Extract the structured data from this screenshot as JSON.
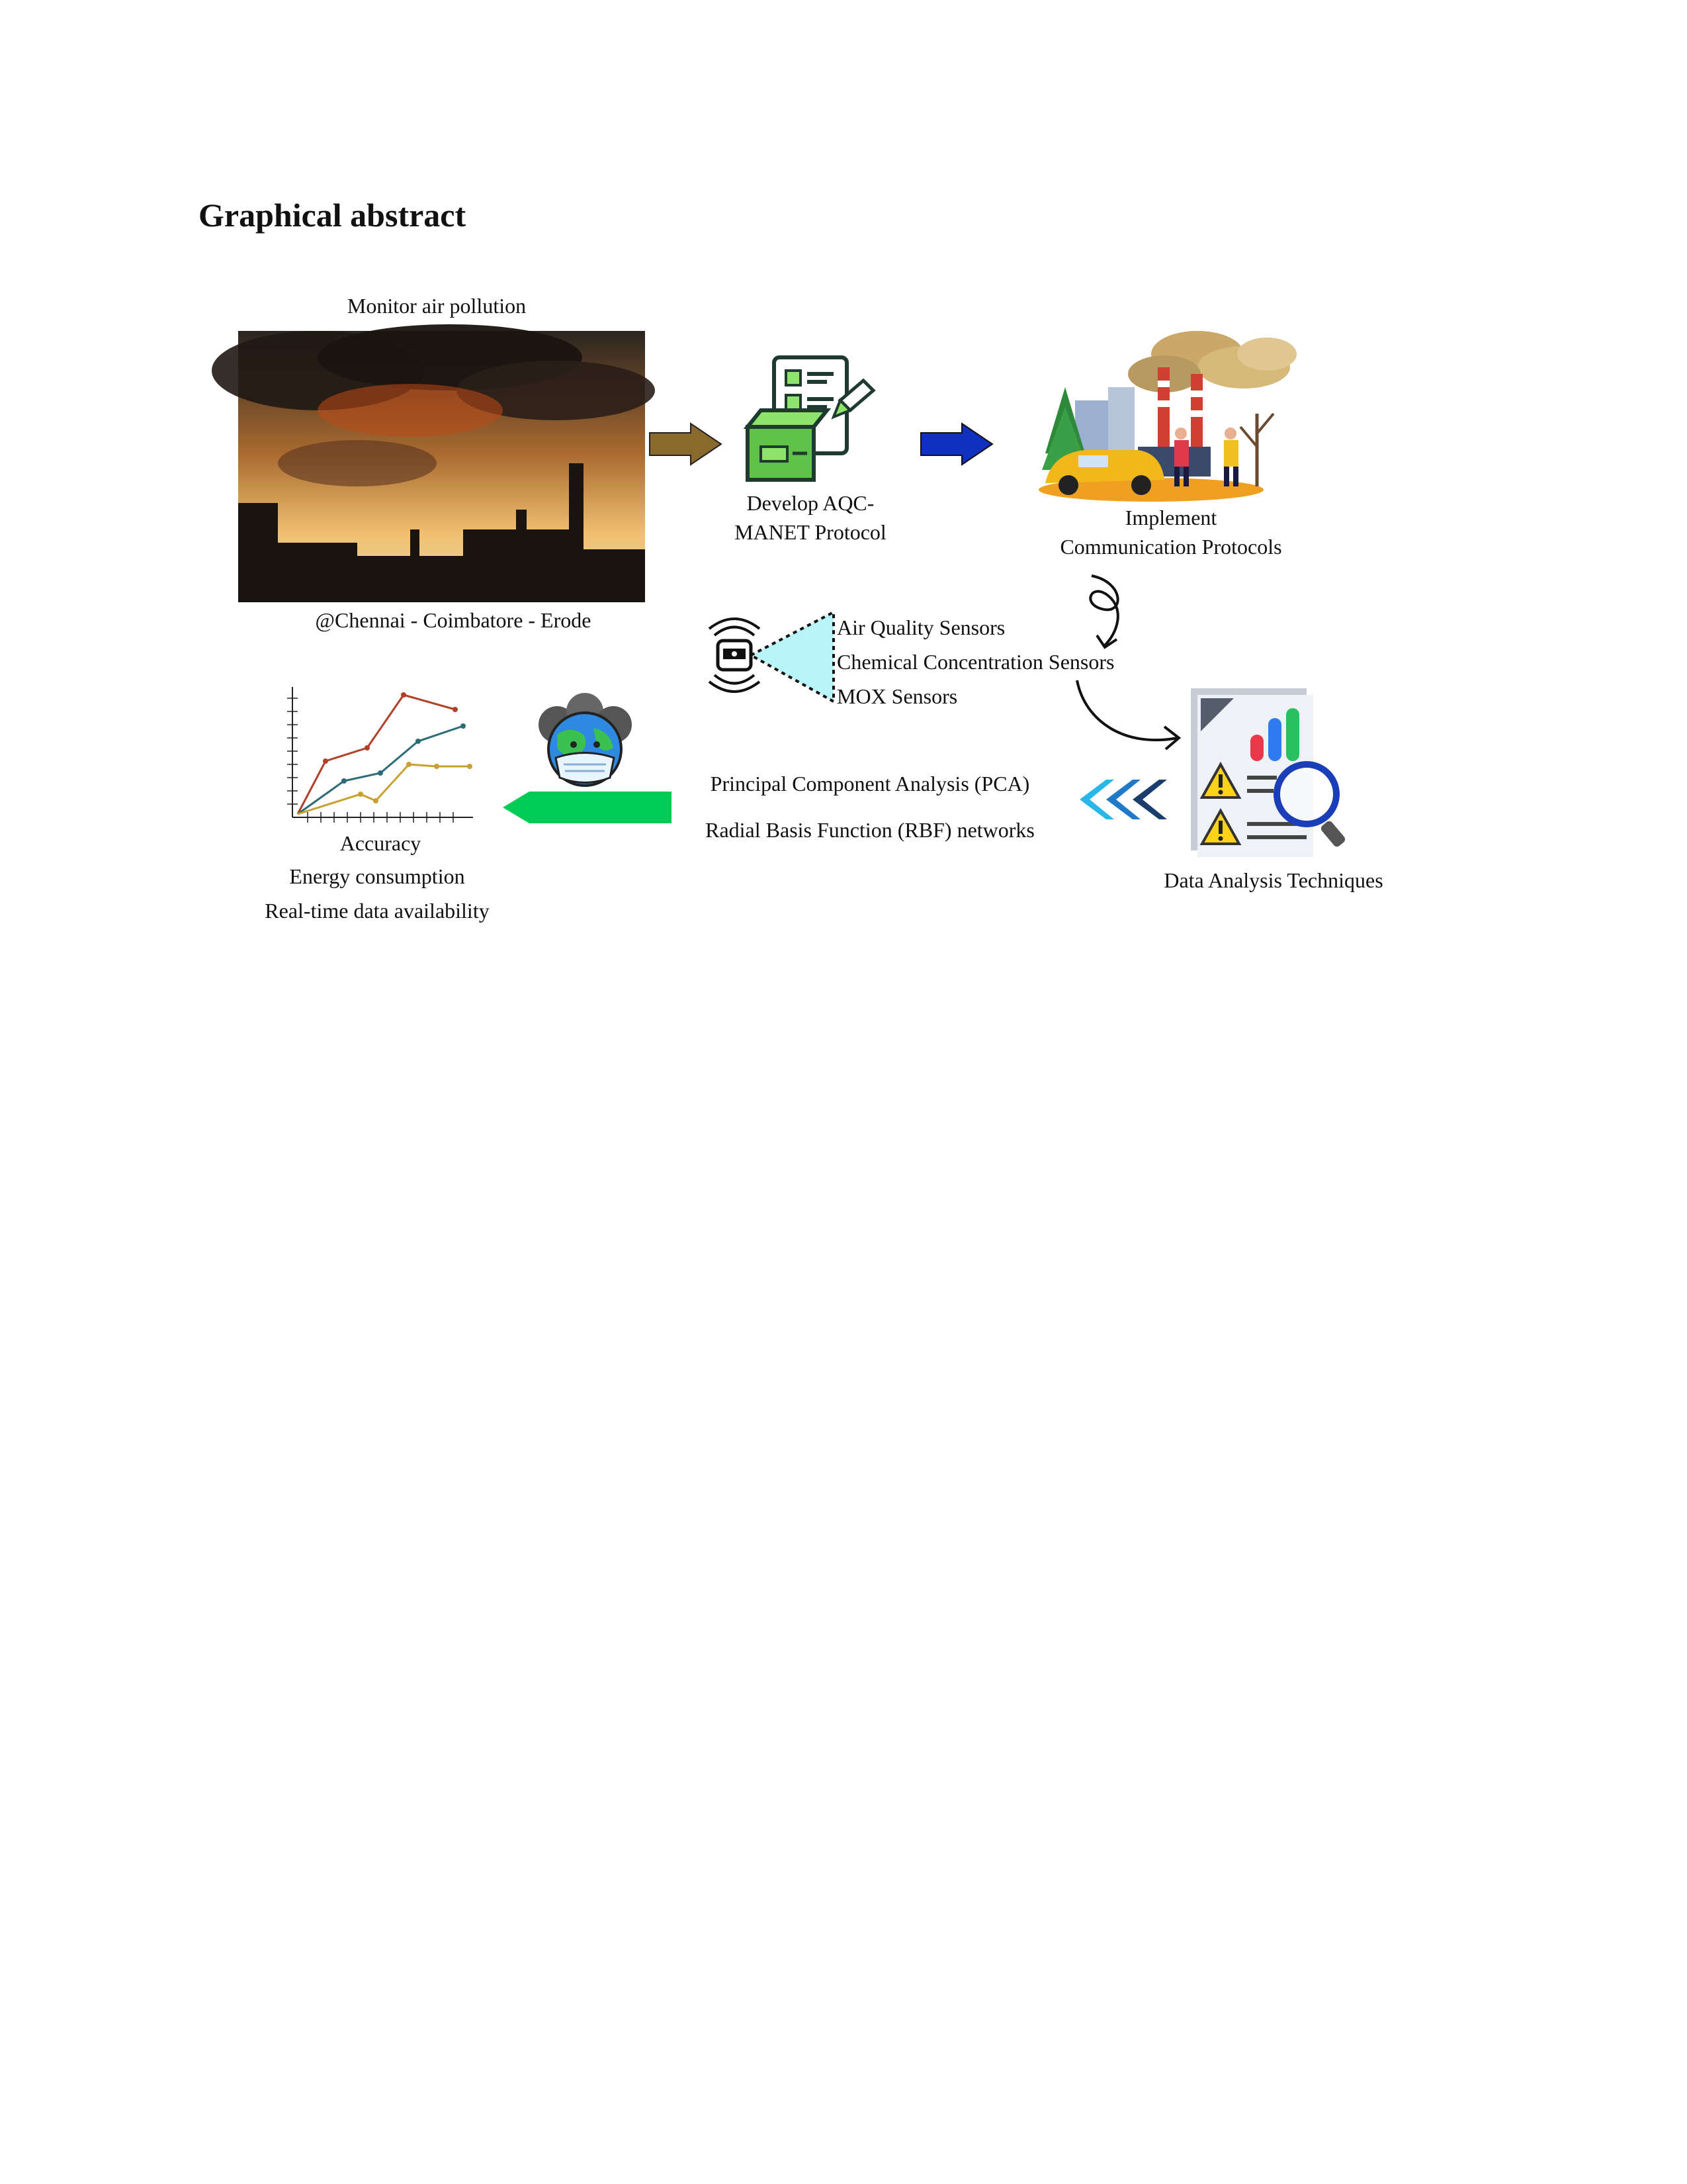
{
  "page": {
    "heading": "Graphical abstract"
  },
  "diagram": {
    "monitor": {
      "title": "Monitor air pollution",
      "location": "@Chennai - Coimbatore - Erode"
    },
    "develop": {
      "line1": "Develop AQC-",
      "line2": "MANET Protocol"
    },
    "implement": {
      "line1": "Implement",
      "line2": "Communication Protocols"
    },
    "sensors": [
      "Air Quality Sensors",
      "Chemical Concentration Sensors",
      "MOX Sensors"
    ],
    "techniques": [
      "Principal Component Analysis (PCA)",
      "Radial Basis Function (RBF) networks"
    ],
    "analysis": {
      "label": "Data Analysis Techniques"
    },
    "outcomes": [
      "Accuracy",
      "Energy consumption",
      "Real-time data availability"
    ]
  },
  "colors": {
    "arrow_brown": "#8a6a2c",
    "arrow_blue": "#1030c0",
    "arrow_green": "#00cc55",
    "sensor_beam": "#b8f4f8",
    "chevrons": [
      "#29b6e8",
      "#1f78c8",
      "#1a3d6e"
    ],
    "line_red": "#b0402a",
    "line_teal": "#2c6c78",
    "line_gold": "#c8a030"
  }
}
